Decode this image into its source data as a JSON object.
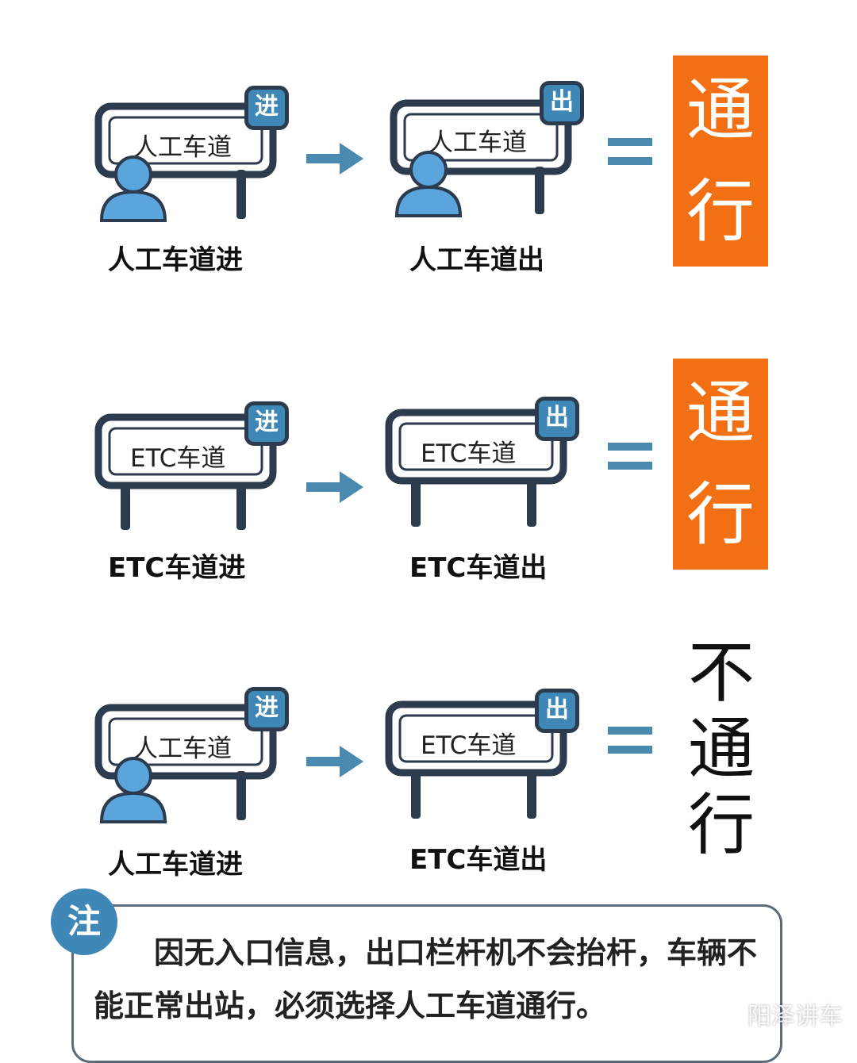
{
  "rows": [
    {
      "entry": {
        "sign_text": "人工车道",
        "badge": "进",
        "caption": "人工车道进",
        "has_person": true
      },
      "exit": {
        "sign_text": "人工车道",
        "badge": "出",
        "caption": "人工车道出",
        "has_person": true
      },
      "equals": "=",
      "verdict": [
        "通",
        "行"
      ]
    },
    {
      "entry": {
        "sign_text": "ETC车道",
        "badge": "进",
        "caption": "ETC车道进",
        "has_person": false
      },
      "exit": {
        "sign_text": "ETC车道",
        "badge": "出",
        "caption": "ETC车道出",
        "has_person": false
      },
      "equals": "=",
      "verdict": [
        "通",
        "行"
      ]
    },
    {
      "entry": {
        "sign_text": "人工车道",
        "badge": "进",
        "caption": "人工车道进",
        "has_person": true
      },
      "exit": {
        "sign_text": "ETC车道",
        "badge": "出",
        "caption": "ETC车道出",
        "has_person": false
      },
      "equals": "=",
      "verdict": [
        "不",
        "通",
        "行"
      ]
    }
  ],
  "note": {
    "icon": "注",
    "text": "因无入口信息，出口栏杆机不会抬杆，车辆不能正常出站，必须选择人工车道通行。"
  },
  "watermark": "阳泽讲车",
  "colors": {
    "accent_blue": "#3f87b6",
    "outline": "#2d3b4e",
    "arrow": "#4a8ab0",
    "verdict_orange": "#f26f13"
  }
}
